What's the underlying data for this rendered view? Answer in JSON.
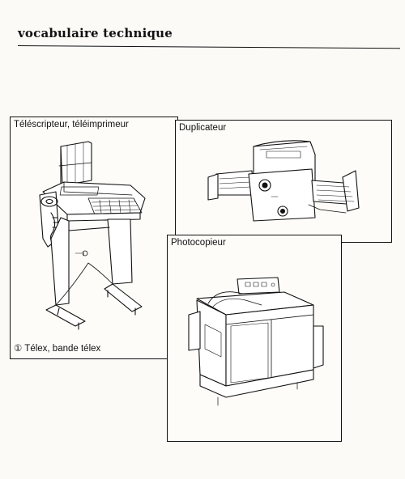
{
  "page": {
    "title": "vocabulaire technique"
  },
  "panels": {
    "teletype": {
      "label": "Téléscripteur, téléimprimeur",
      "caption": "① Télex, bande télex"
    },
    "duplicator": {
      "label": "Duplicateur"
    },
    "photocopier": {
      "label": "Photocopieur"
    }
  },
  "icons": [
    "teleprinter-illustration",
    "duplicator-illustration",
    "photocopier-illustration"
  ]
}
